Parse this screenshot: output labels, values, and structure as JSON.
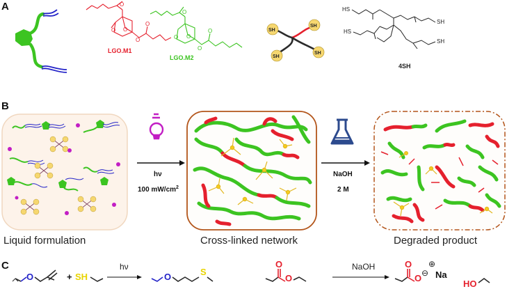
{
  "panels": {
    "a": "A",
    "b": "B",
    "c": "C"
  },
  "monomers": {
    "m1": "LGO.M1",
    "m2": "LGO.M2",
    "thiol": "4SH",
    "sh": "SH"
  },
  "atoms": {
    "o": "O",
    "hs": "HS",
    "sh": "SH"
  },
  "stages": {
    "liquid": "Liquid formulation",
    "network": "Cross-linked network",
    "degraded": "Degraded product"
  },
  "conditions": {
    "light": "hν",
    "intensity": "100 mW/cm",
    "intensity_sup": "2",
    "base": "NaOH",
    "conc": "2 M"
  },
  "reaction": {
    "plus": "+",
    "sh": "SH",
    "light": "hν",
    "o": "O",
    "s": "S",
    "base": "NaOH",
    "minus": "⊖",
    "plus_charge": "⊕",
    "na": "Na",
    "ho": "HO"
  },
  "colors": {
    "green": "#3cc421",
    "red": "#e5202d",
    "blue": "#2323c8",
    "yellow": "#f6cd1f",
    "purple": "#c21ec4",
    "brown": "#b3551a",
    "flask": "#2c4a8e"
  },
  "icons": [
    "bulb-icon",
    "flask-icon"
  ]
}
